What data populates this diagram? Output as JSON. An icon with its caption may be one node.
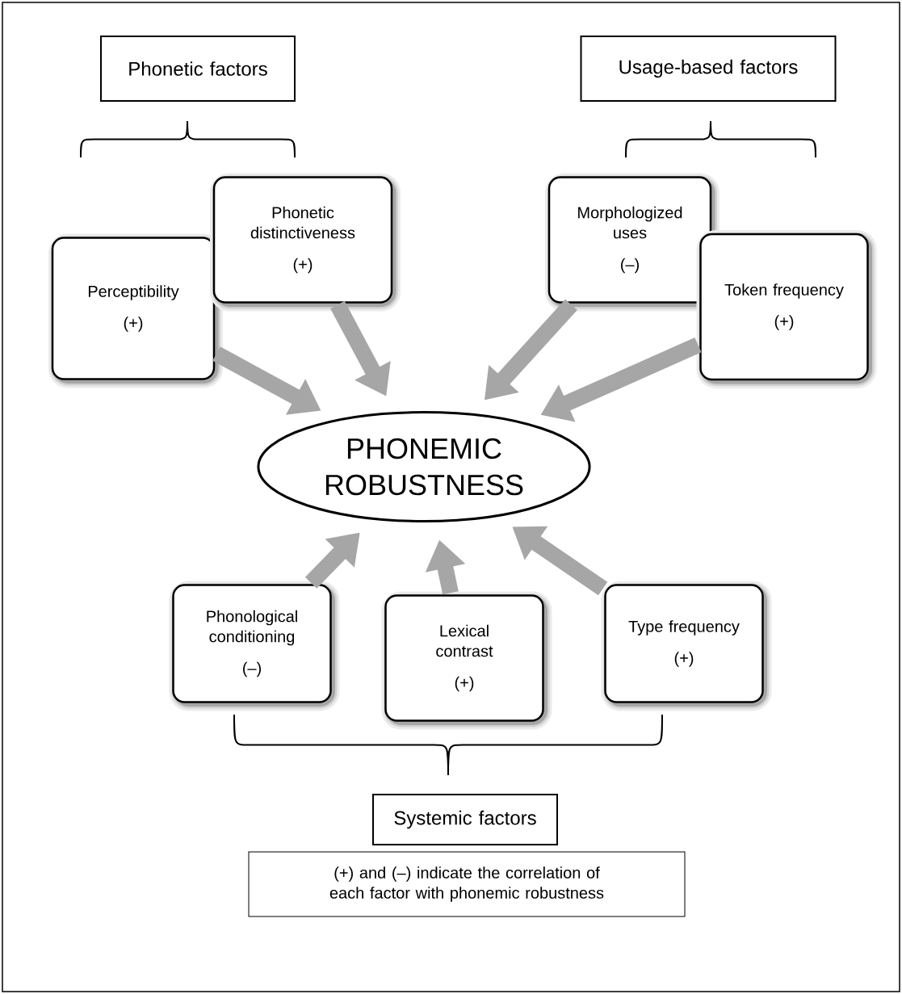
{
  "diagram": {
    "nodes": [
      {
        "text": [
          "Phonetic factors"
        ]
      },
      {
        "text": [
          "Usage-based factors"
        ]
      },
      {
        "text": [
          "Perceptibility",
          "(+)"
        ]
      },
      {
        "text": [
          "Phonetic distinctiveness",
          "(+)"
        ]
      },
      {
        "text": [
          "Morphologized uses",
          "(–)"
        ]
      },
      {
        "text": [
          "Token frequency",
          "(+)"
        ]
      },
      {
        "text": [
          "PHONEMIC ROBUSTNESS"
        ]
      },
      {
        "text": [
          "Phonological conditioning",
          "(–)"
        ]
      },
      {
        "text": [
          "Lexical contrast",
          "(+)"
        ]
      },
      {
        "text": [
          "Type frequency",
          "(+)"
        ]
      },
      {
        "text": [
          "Systemic factors"
        ]
      },
      {
        "text": [
          "(+) and (–) indicate the correlation of each factor with phonemic robustness"
        ]
      }
    ],
    "edges": [
      {
        "from": 2,
        "to": 6,
        "arrow": "to"
      },
      {
        "from": 3,
        "to": 6,
        "arrow": "to"
      },
      {
        "from": 4,
        "to": 6,
        "arrow": "to"
      },
      {
        "from": 5,
        "to": 6,
        "arrow": "to"
      },
      {
        "from": 7,
        "to": 6,
        "arrow": "to"
      },
      {
        "from": 8,
        "to": 6,
        "arrow": "to"
      },
      {
        "from": 9,
        "to": 6,
        "arrow": "to"
      }
    ]
  }
}
